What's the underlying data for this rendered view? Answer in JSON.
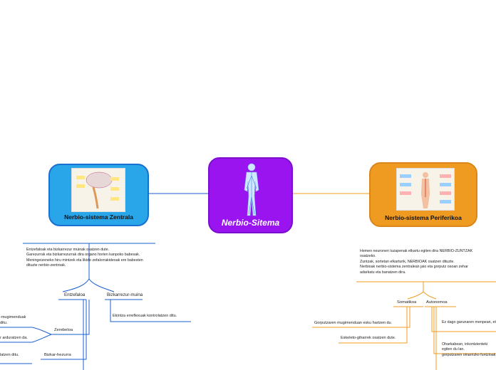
{
  "central": {
    "title": "Nerbio-Sitema",
    "icon": "human-body-icon"
  },
  "zentrala": {
    "title": "Nerbio-sistema Zentrala",
    "note": "Entzefaloak eta bizkarrezur muinak osatzen dute.\nGarezurrak eta bizkarrezurrak dira organo horien kanpoko babesak.\nMeningeizeneko hiru mintzek eta likido zefalorrakideoak ere babesten\ndituzte nerbio-zentroak.",
    "branches": [
      "Entzefaloa",
      "Bizkarrezur-muina"
    ],
    "bizkarrezur_note": "Ekintza erreflexuak kontrolatzen ditu.",
    "sub_branches": [
      "Zerebeloa",
      "Bizkar-hezurra"
    ],
    "cut_texts": [
      "-mugimenduak",
      "ditu.",
      "r arduratzen da.",
      "latzen ditu."
    ]
  },
  "periferikoa": {
    "title": "Nerbio-sistema Periferikoa",
    "note": "Hemen neuronen luzapenak elkartu egiten dira NERBIO-ZUNTZAK\nosatzeko.\nZuntzak, sortetan elkarturik, NERBIOAK osatzen dituzte.\nNerbioak nerbio-sistema zentralean jaio eta gorputz osoan zehar\nadarkatu eta banatzen dira.",
    "branches": [
      "Somatikoa",
      "Autonomoa"
    ],
    "somatiko_notes": [
      "Gorputzaren mugimenduan esku hartzen du.",
      "Eskeleto-giharrek osatzen dute."
    ],
    "autonomo_notes": [
      "Ez dago garunaren menpean, eta kontzientearen kontzientzia eragina izan d",
      "Oharkabean, inkontzienteki egiten du lan.\ngorputzaren oinarrizko funtzioak"
    ]
  },
  "colors": {
    "central": "#9a14f0",
    "zentrala": "#29a5ea",
    "periferikoa": "#ef9b22",
    "blue_line": "#1a5fd0",
    "orange_line": "#ef9b22"
  }
}
